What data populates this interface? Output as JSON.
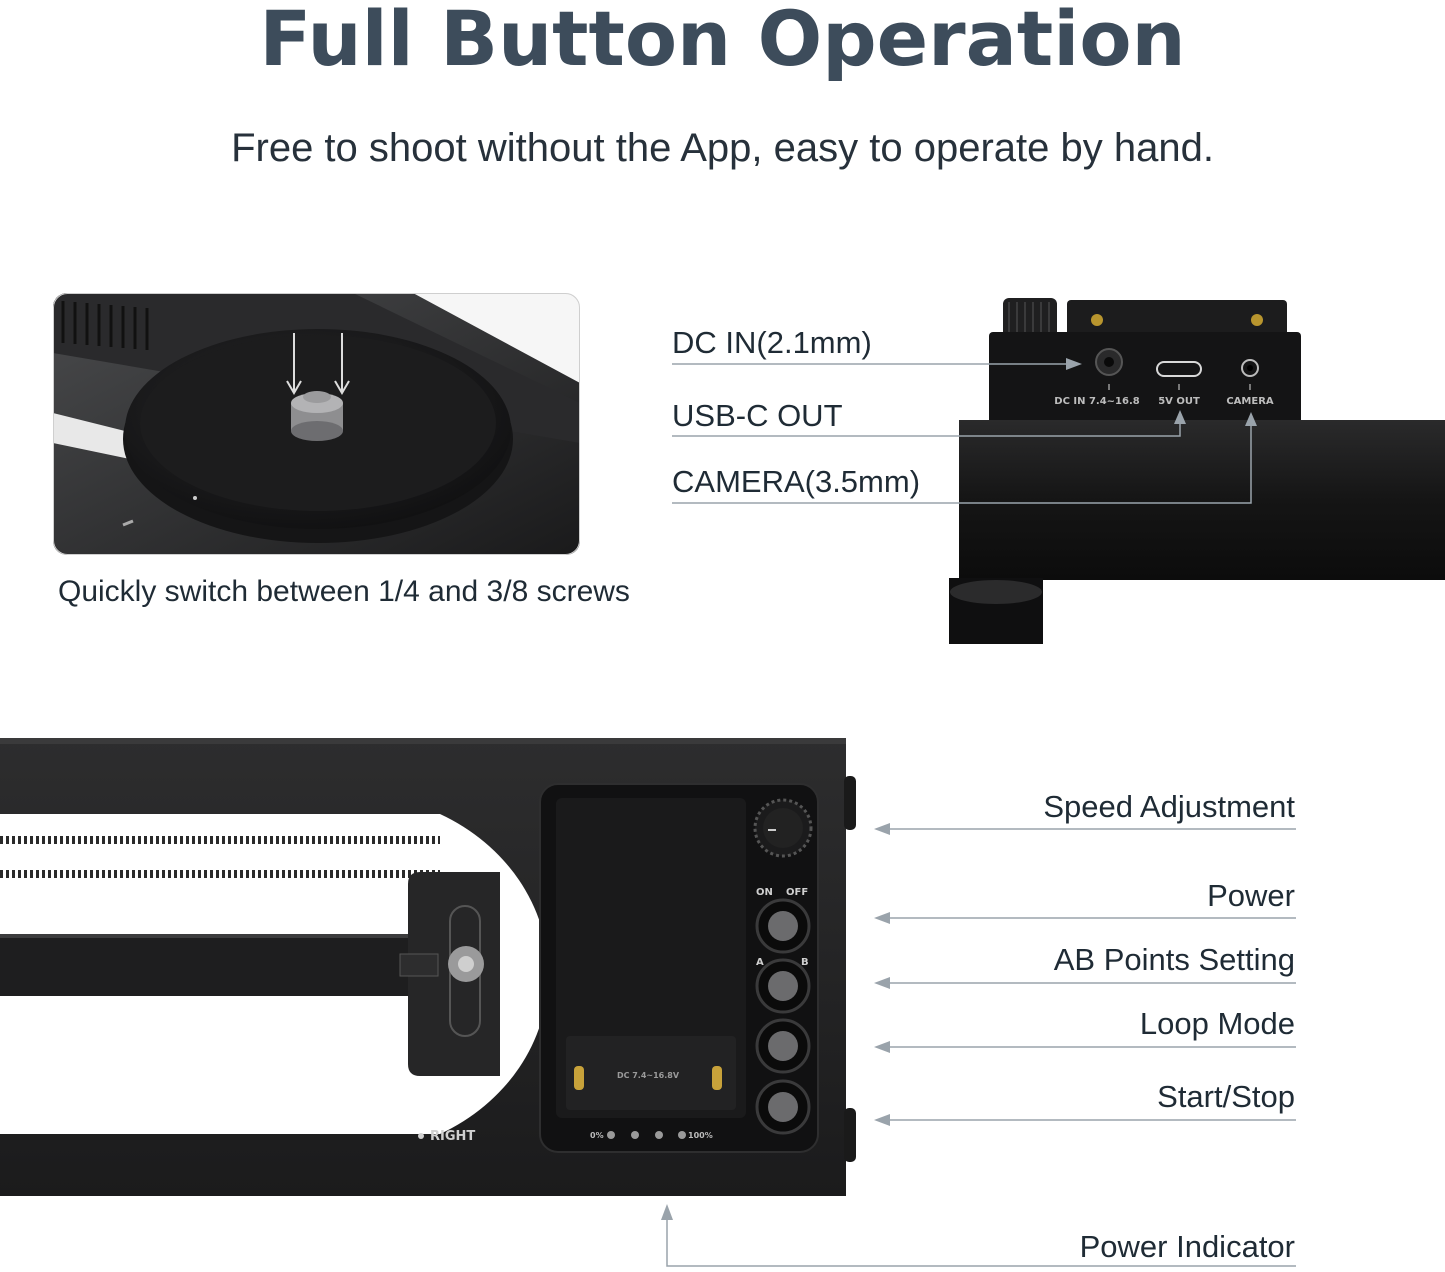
{
  "header": {
    "title": "Full Button Operation",
    "subtitle": "Free to shoot without the App, easy to operate by hand."
  },
  "screw_section": {
    "caption": "Quickly switch between 1/4 and 3/8 screws"
  },
  "ports_section": {
    "labels": [
      "DC IN(2.1mm)",
      "USB-C OUT",
      "CAMERA(3.5mm)"
    ],
    "device_port_text": [
      "DC IN 7.4~16.8",
      "5V OUT",
      "CAMERA"
    ]
  },
  "controls_section": {
    "labels": [
      "Speed Adjustment",
      "Power",
      "AB Points Setting",
      "Loop Mode",
      "Start/Stop",
      "Power Indicator"
    ],
    "device_text": {
      "on": "ON",
      "off": "OFF",
      "a": "A",
      "b": "B",
      "battery_voltage": "DC 7.4~16.8V",
      "pct_low": "0%",
      "pct_high": "100%",
      "right": "RIGHT"
    }
  }
}
